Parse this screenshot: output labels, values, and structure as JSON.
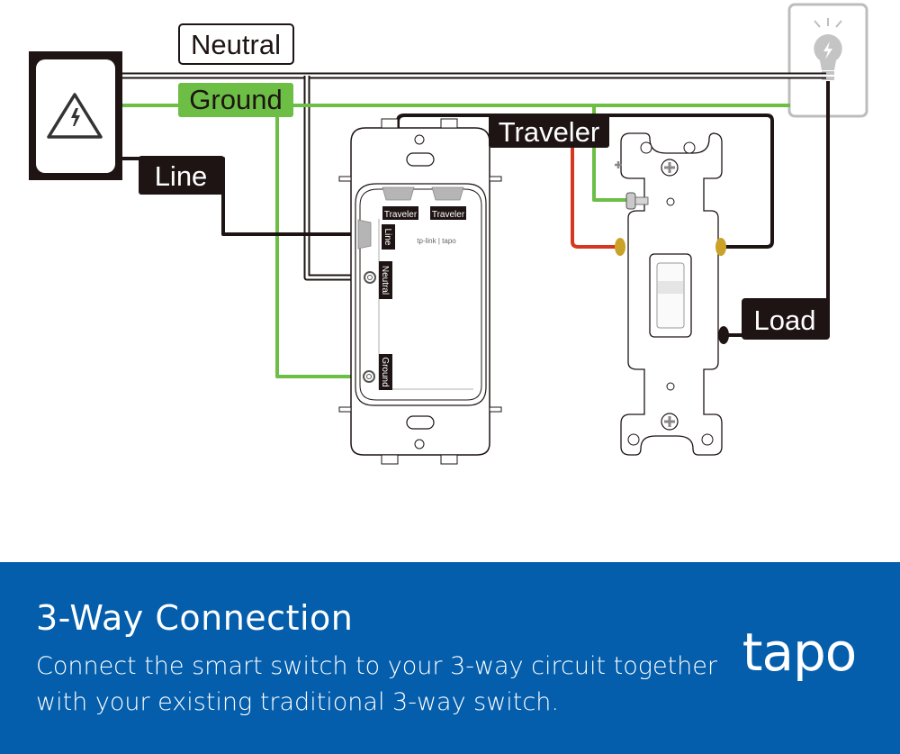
{
  "diagram": {
    "labels": {
      "neutral": "Neutral",
      "ground": "Ground",
      "line": "Line",
      "traveler_main": "Traveler",
      "load": "Load"
    },
    "smart_switch": {
      "terminal_labels": {
        "traveler_1": "Traveler",
        "traveler_2": "Traveler",
        "line": "Line",
        "neutral": "Neutral",
        "ground": "Ground"
      },
      "brand_text": "tp-link | tapo"
    },
    "icons": {
      "power_source": "high-voltage-warning-icon",
      "light": "light-bulb-icon"
    },
    "colors": {
      "ground_wire": "#6CBE45",
      "traveler_red": "#D8371F",
      "hot_black": "#1E1414",
      "neutral_white": "#ffffff",
      "terminal_brass": "#C9A227",
      "label_dark": "#1E1414"
    }
  },
  "banner": {
    "title": "3-Way Connection",
    "description": "Connect the smart switch to your 3-way circuit together with your existing traditional 3-way switch.",
    "brand": "tapo",
    "background": "#045EAC"
  }
}
